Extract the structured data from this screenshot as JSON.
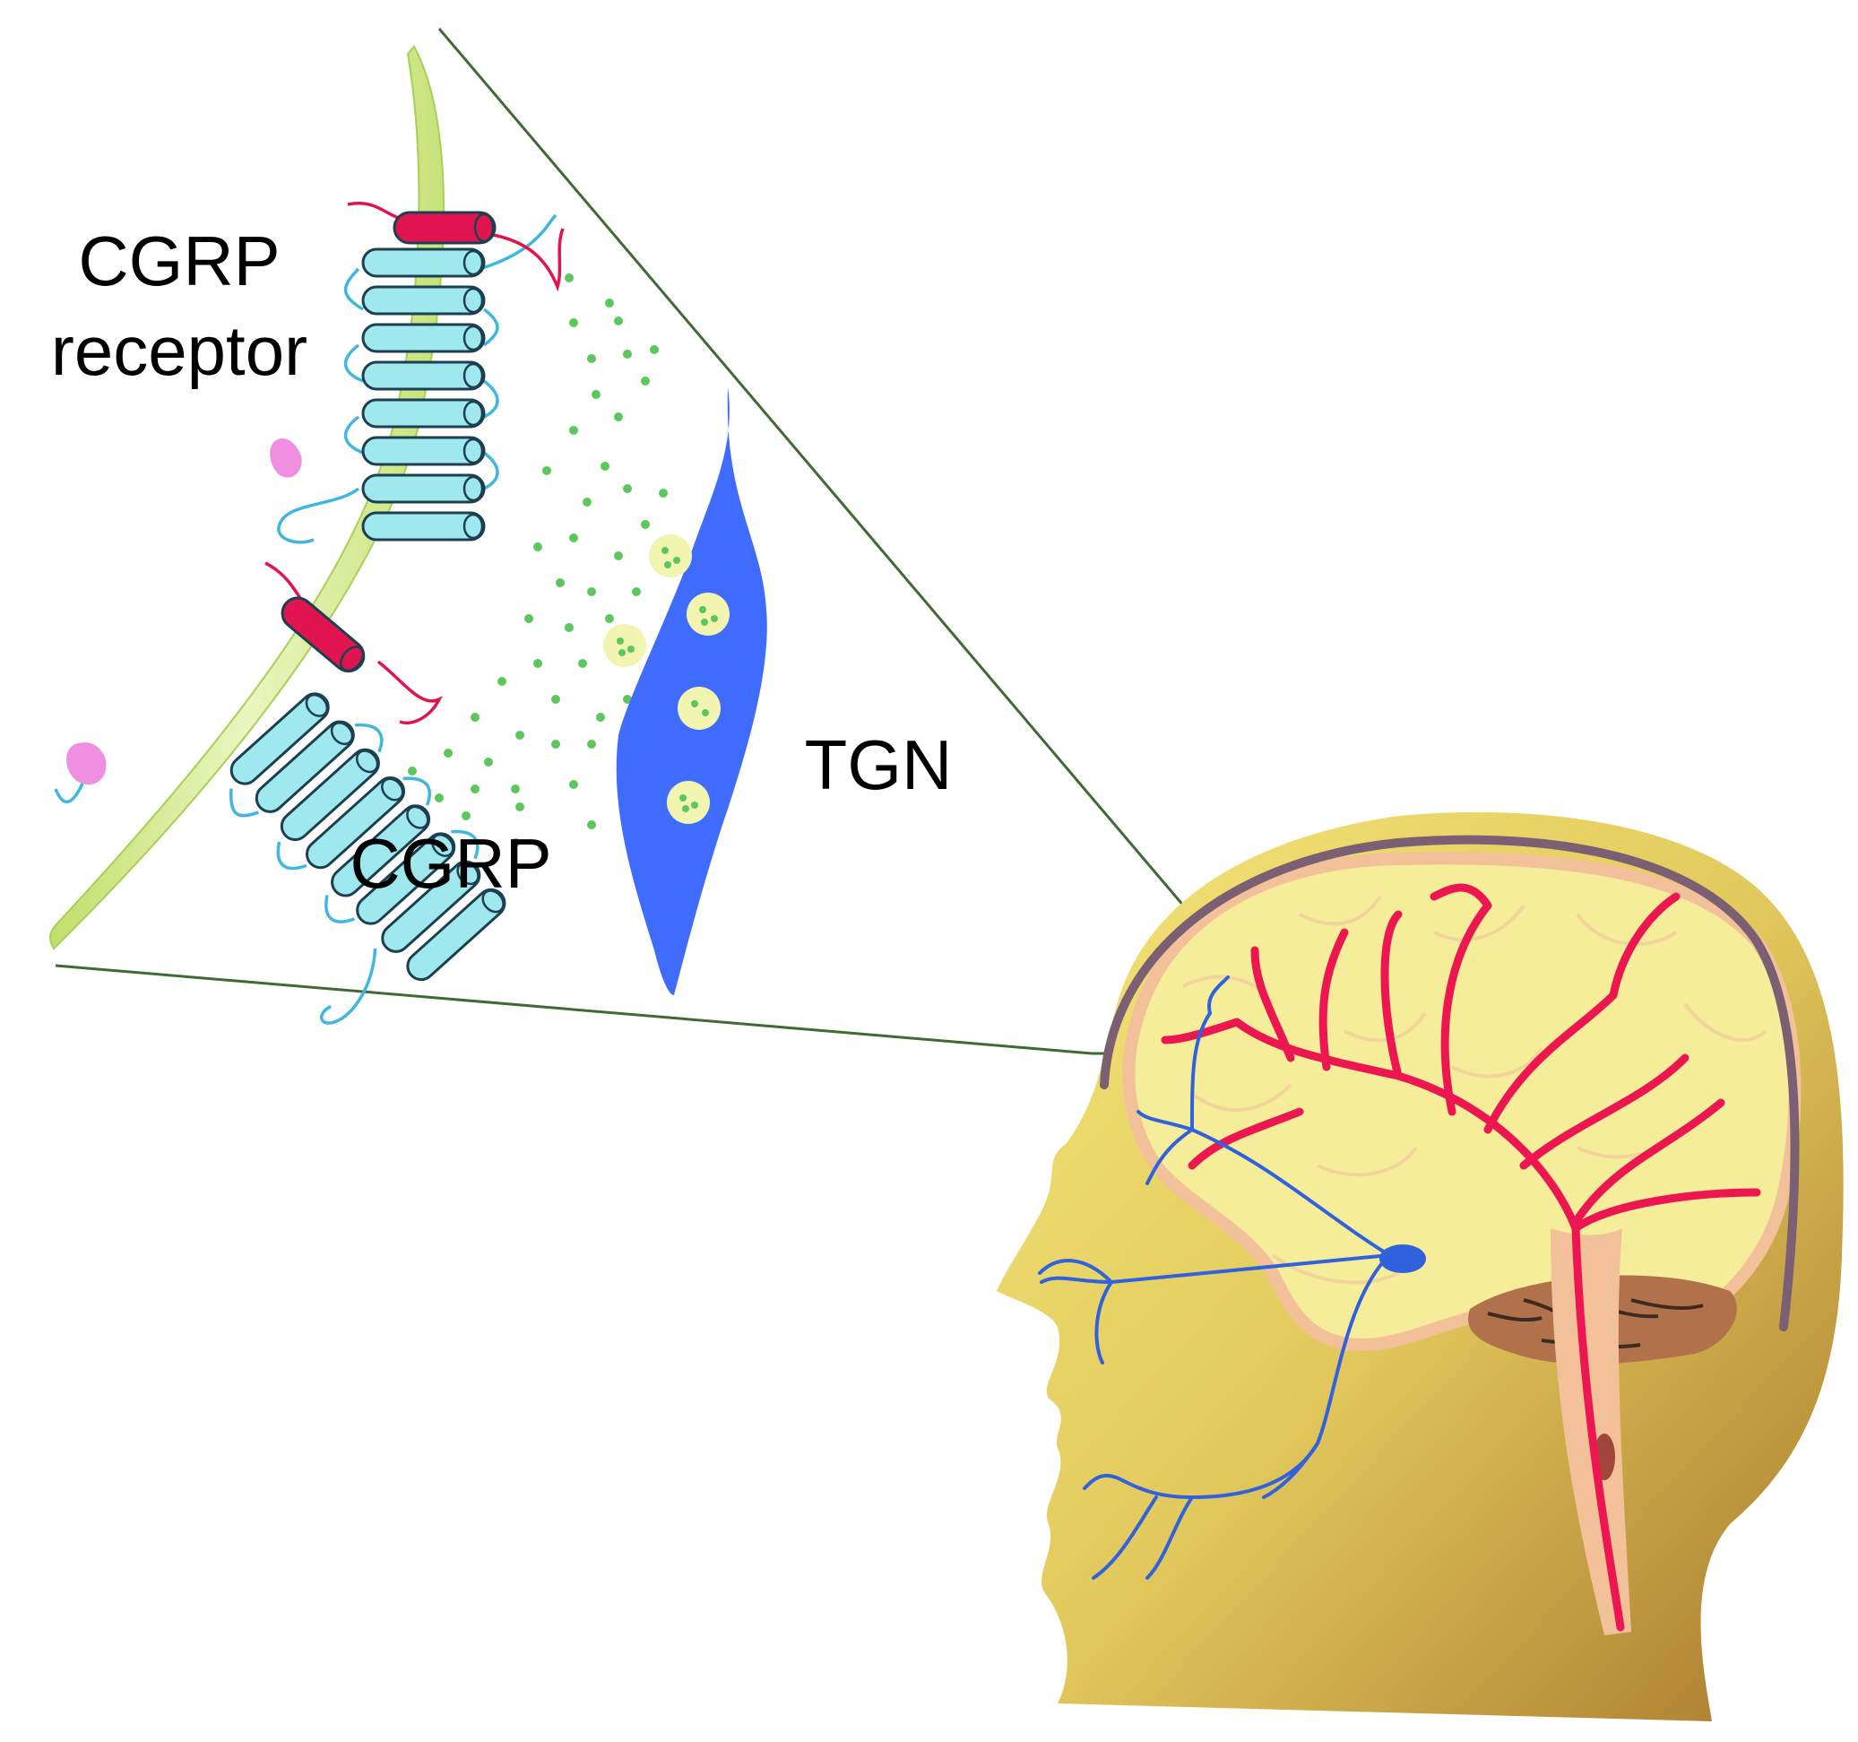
{
  "labels": {
    "receptor_line1": "CGRP",
    "receptor_line2": "receptor",
    "ligand": "CGRP",
    "neuron": "TGN"
  },
  "colors": {
    "membrane": "#cfe88a",
    "helix": "#9ee8ee",
    "helix_stroke": "#1c3f52",
    "ramp_helix": "#e0154f",
    "loop": "#3fb7e0",
    "glyco": "#f08ee0",
    "cgrp_dot": "#5cc85c",
    "tgn_body": "#3f6cff",
    "vesicle": "#f1f5b0",
    "zoom_line": "#3f6b33",
    "head": "#e6cf63",
    "brain": "#f6ed9a",
    "brain_outline": "#f2c19a",
    "artery": "#ec1750",
    "nerve": "#2f62dc",
    "skull_line": "#7a6072",
    "cerebellum": "#b1714b"
  }
}
